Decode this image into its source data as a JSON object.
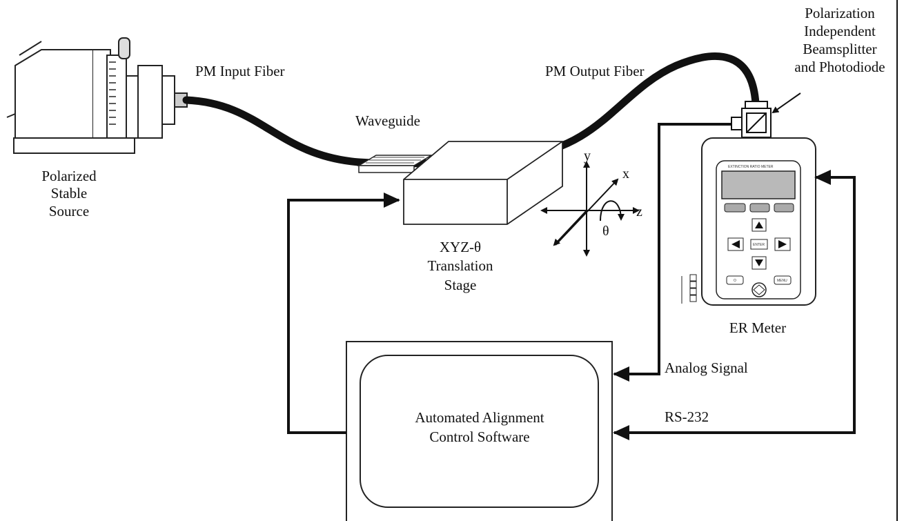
{
  "labels": {
    "source": [
      "Polarized",
      "Stable",
      "Source"
    ],
    "pm_input": "PM Input Fiber",
    "pm_output": "PM Output Fiber",
    "waveguide": "Waveguide",
    "stage": [
      "XYZ-θ",
      "Translation",
      "Stage"
    ],
    "beamsplitter": [
      "Polarization",
      "Independent",
      "Beamsplitter",
      "and Photodiode"
    ],
    "er_meter": "ER Meter",
    "software": [
      "Automated Alignment",
      "Control Software"
    ],
    "analog": "Analog Signal",
    "rs232": "RS-232",
    "axes": {
      "x": "x",
      "y": "y",
      "z": "z",
      "theta": "θ"
    }
  },
  "meter": {
    "header": "EXTINCTION RATIO METER",
    "enter_key": "ENTER",
    "menu_key": "MENU",
    "power_key": "O"
  },
  "colors": {
    "ink": "#111111",
    "background": "#ffffff",
    "display": "#b9b9b9"
  }
}
